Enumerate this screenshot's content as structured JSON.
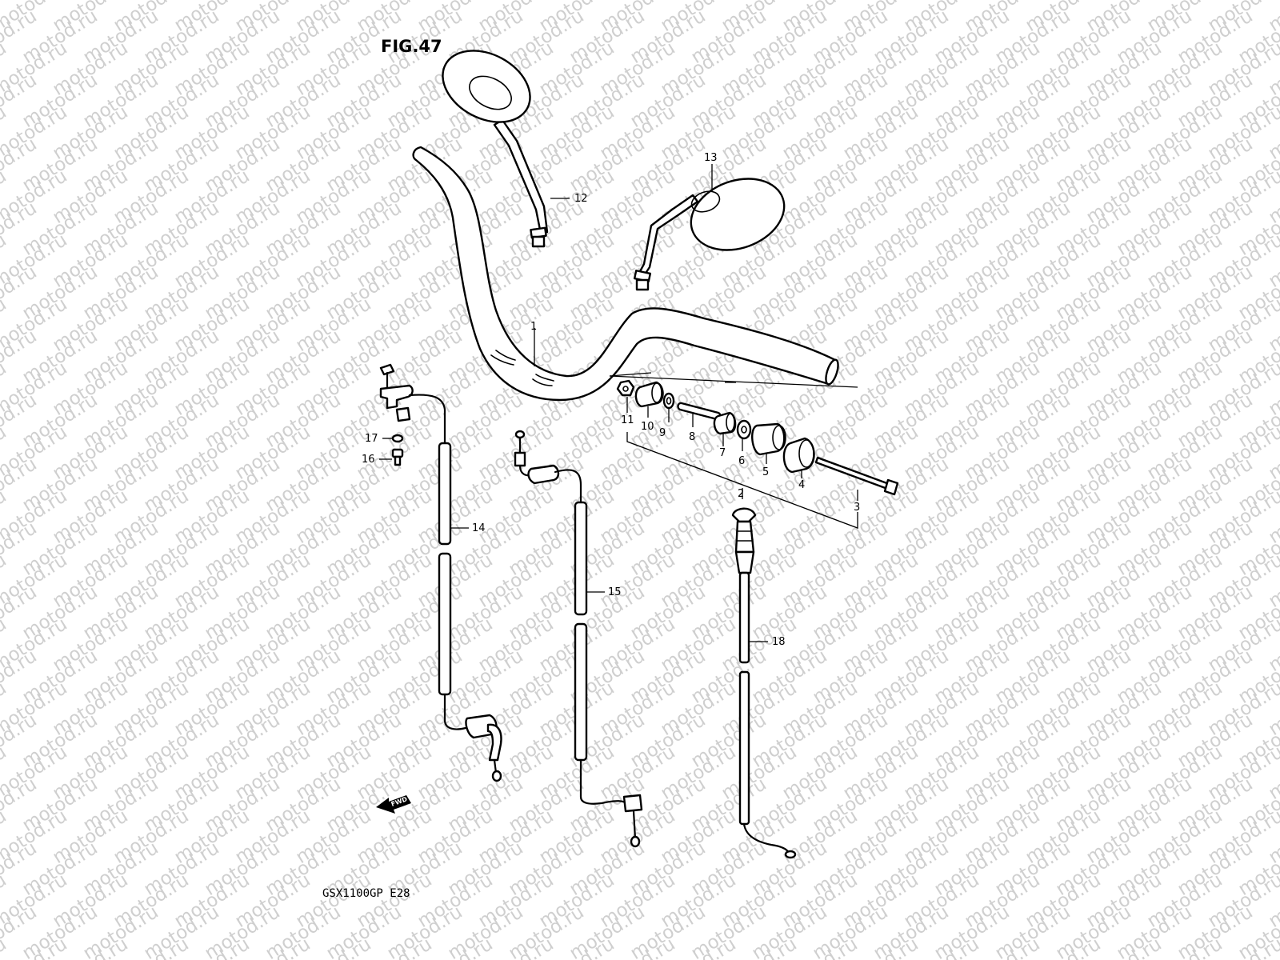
{
  "figure": {
    "title": "FIG.47",
    "model_code": "GSX1100GP  E28",
    "watermark": "motod.ru",
    "fwd_label": "FWD"
  },
  "callouts": [
    {
      "id": "1",
      "part": "handlebar"
    },
    {
      "id": "2",
      "part": "balancer-assembly-group"
    },
    {
      "id": "3",
      "part": "balancer-bolt"
    },
    {
      "id": "4",
      "part": "balancer-cap"
    },
    {
      "id": "5",
      "part": "balancer-weight"
    },
    {
      "id": "6",
      "part": "washer"
    },
    {
      "id": "7",
      "part": "collar"
    },
    {
      "id": "8",
      "part": "inner-rod"
    },
    {
      "id": "9",
      "part": "washer-small"
    },
    {
      "id": "10",
      "part": "rubber-damper"
    },
    {
      "id": "11",
      "part": "nut"
    },
    {
      "id": "12",
      "part": "mirror-left"
    },
    {
      "id": "13",
      "part": "mirror-right"
    },
    {
      "id": "14",
      "part": "throttle-cable-1"
    },
    {
      "id": "15",
      "part": "throttle-cable-2"
    },
    {
      "id": "16",
      "part": "screw"
    },
    {
      "id": "17",
      "part": "clamp-washer"
    },
    {
      "id": "18",
      "part": "choke-cable"
    }
  ]
}
